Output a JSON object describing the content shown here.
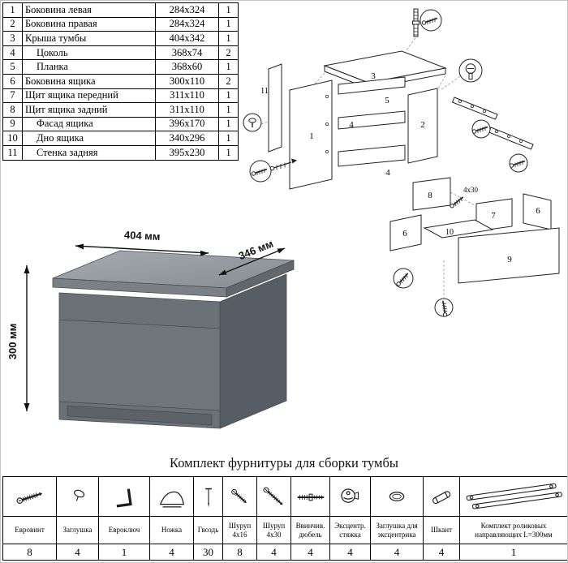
{
  "parts_table": {
    "rows": [
      {
        "num": "1",
        "name": "Боковина левая",
        "size": "284х324",
        "qty": "1"
      },
      {
        "num": "2",
        "name": "Боковина правая",
        "size": "284х324",
        "qty": "1"
      },
      {
        "num": "3",
        "name": "Крыша тумбы",
        "size": "404х342",
        "qty": "1"
      },
      {
        "num": "4",
        "name": "Цоколь",
        "size": "368х74",
        "qty": "2"
      },
      {
        "num": "5",
        "name": "Планка",
        "size": "368х60",
        "qty": "1"
      },
      {
        "num": "6",
        "name": "Боковина ящика",
        "size": "300х110",
        "qty": "2"
      },
      {
        "num": "7",
        "name": "Щит ящика передний",
        "size": "311х110",
        "qty": "1"
      },
      {
        "num": "8",
        "name": "Щит ящика задний",
        "size": "311х110",
        "qty": "1"
      },
      {
        "num": "9",
        "name": "Фасад ящика",
        "size": "396х170",
        "qty": "1"
      },
      {
        "num": "10",
        "name": "Дно ящика",
        "size": "340х296",
        "qty": "1"
      },
      {
        "num": "11",
        "name": "Стенка задняя",
        "size": "395х230",
        "qty": "1"
      }
    ]
  },
  "dimensions": {
    "width": "404 мм",
    "depth": "346 мм",
    "height": "300 мм"
  },
  "diagram": {
    "labels": {
      "n1": "1",
      "n2": "2",
      "n3": "3",
      "n4": "4",
      "n5": "5",
      "n6": "6",
      "n7": "7",
      "n8": "8",
      "n9": "9",
      "n10": "10",
      "n11": "11"
    },
    "screw_note": "4х30"
  },
  "hardware": {
    "title": "Комплект фурнитуры для сборки тумбы",
    "items": [
      {
        "label": "Евровинт",
        "qty": "8",
        "icon": "euro-screw"
      },
      {
        "label": "Заглушка",
        "qty": "4",
        "icon": "cap"
      },
      {
        "label": "Евроключ",
        "qty": "1",
        "icon": "hex-key"
      },
      {
        "label": "Ножка",
        "qty": "4",
        "icon": "foot"
      },
      {
        "label": "Гвоздь",
        "qty": "30",
        "icon": "nail"
      },
      {
        "label": "Шуруп 4х16",
        "qty": "8",
        "icon": "screw-4x16"
      },
      {
        "label": "Шуруп 4х30",
        "qty": "4",
        "icon": "screw-4x30"
      },
      {
        "label": "Ввинчив. дюбель",
        "qty": "4",
        "icon": "dowel-screw"
      },
      {
        "label": "Эксцентр. стяжка",
        "qty": "4",
        "icon": "cam-lock"
      },
      {
        "label": "Заглушка для эксцентрика",
        "qty": "4",
        "icon": "cam-cap"
      },
      {
        "label": "Шкант",
        "qty": "4",
        "icon": "dowel"
      },
      {
        "label": "Комплект роликовых направляющих L=300мм",
        "qty": "1",
        "icon": "drawer-slides"
      }
    ]
  }
}
